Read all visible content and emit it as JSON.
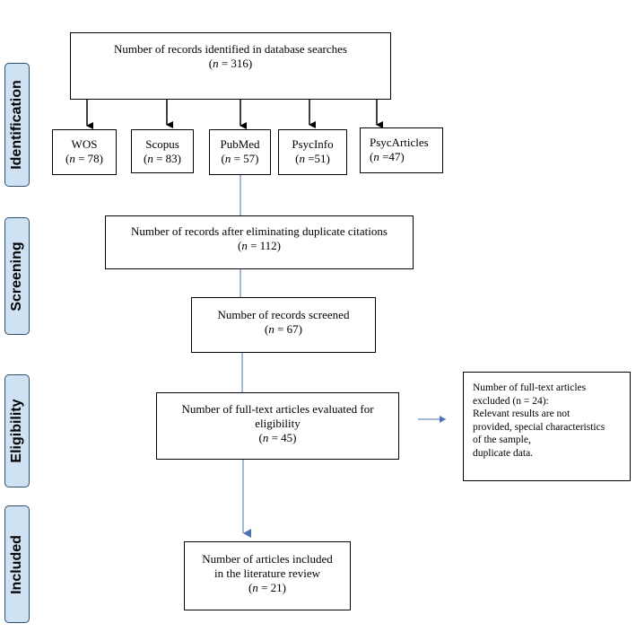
{
  "stages": {
    "identification": "Identification",
    "screening": "Screening",
    "eligibility": "Eligibility",
    "included": "Included"
  },
  "identified": {
    "title": "Number of records identified in database searches",
    "n_label": "n",
    "n_value": " = 316)"
  },
  "databases": [
    {
      "name": "WOS",
      "n_label": "n",
      "n_value": " = 78)"
    },
    {
      "name": "Scopus",
      "n_label": "n",
      "n_value": " = 83)"
    },
    {
      "name": "PubMed",
      "n_label": "n",
      "n_value": " = 57)"
    },
    {
      "name": "PsycInfo",
      "n_label": "n",
      "n_value": " =51)"
    },
    {
      "name": "PsycArticles",
      "n_label": "n",
      "n_value": " =47)"
    }
  ],
  "deduplicated": {
    "title": "Number of records after eliminating duplicate citations",
    "n_label": "n",
    "n_value": " = 112)"
  },
  "screened": {
    "title": "Number of records screened",
    "n_label": "n",
    "n_value": " = 67)"
  },
  "fulltext": {
    "title_line1": "Number of full-text articles evaluated for",
    "title_line2": "eligibility",
    "n_label": "n",
    "n_value": " = 45)"
  },
  "excluded": {
    "line1": "Number of full-text articles",
    "line2": "excluded (n = 24):",
    "line3": "Relevant results are not",
    "line4": "provided, special characteristics",
    "line5": "of the sample,",
    "line6": "duplicate data."
  },
  "included_box": {
    "line1": "Number of articles included",
    "line2": "in the literature review",
    "n_label": "n",
    "n_value": " = 21)"
  },
  "colors": {
    "stage_fill": "#cfe2f3",
    "stage_border": "#2f4f6f",
    "connector_blue": "#4a74b4",
    "arrow_black": "#000000"
  }
}
